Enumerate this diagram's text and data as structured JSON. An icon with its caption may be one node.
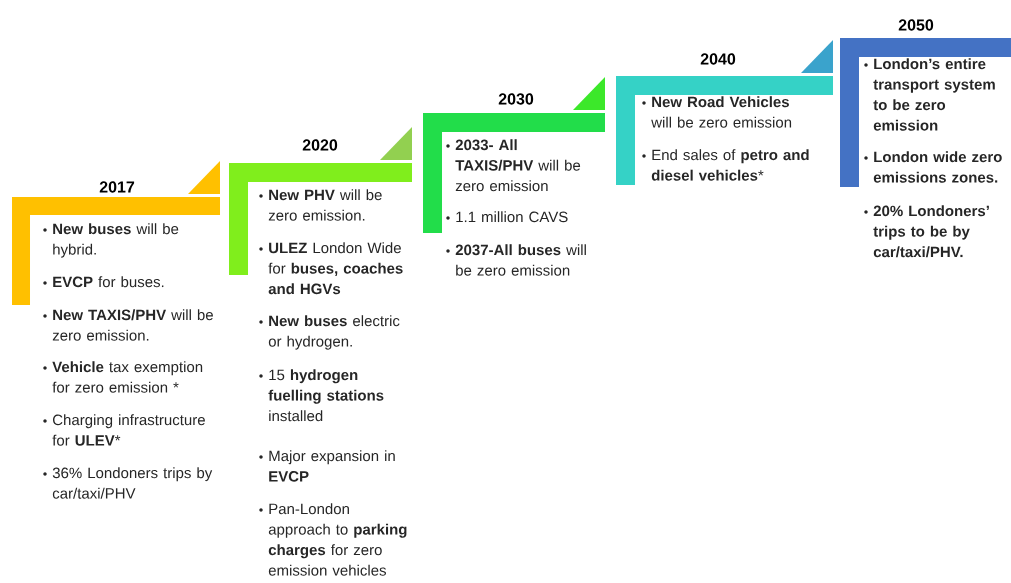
{
  "diagram": {
    "nodes": [
      {
        "text": [
          "2017",
          "**New buses** will be hybrid.",
          "**EVCP** for buses.",
          "**New TAXIS/PHV** will be zero emission.",
          "**Vehicle** tax exemption for zero emission *",
          "Charging infrastructure for **ULEV***",
          "36% Londoners trips by car/taxi/PHV"
        ]
      },
      {
        "text": [
          "2020",
          "**New PHV** will be zero emission.",
          "**ULEZ** London Wide for **buses, coaches and HGVs**",
          "**New buses** electric or hydrogen.",
          "15 **hydrogen fuelling stations** installed",
          "Major expansion in **EVCP**",
          "Pan-London approach to **parking charges** for zero emission vehicles"
        ]
      },
      {
        "text": [
          "2030",
          "**2033- All TAXIS/PHV** will be zero emission",
          "1.1 million CAVS",
          "**2037-All buses** will be zero emission"
        ]
      },
      {
        "text": [
          "2040",
          "**New Road Vehicles** will be zero emission",
          "End sales of **petro and diesel vehicles***"
        ]
      },
      {
        "text": [
          "2050",
          "London’s entire transport system to be zero emission",
          "London wide zero emissions zones.",
          "20% Londoners’ trips to be by car/taxi/PHV."
        ]
      }
    ]
  }
}
